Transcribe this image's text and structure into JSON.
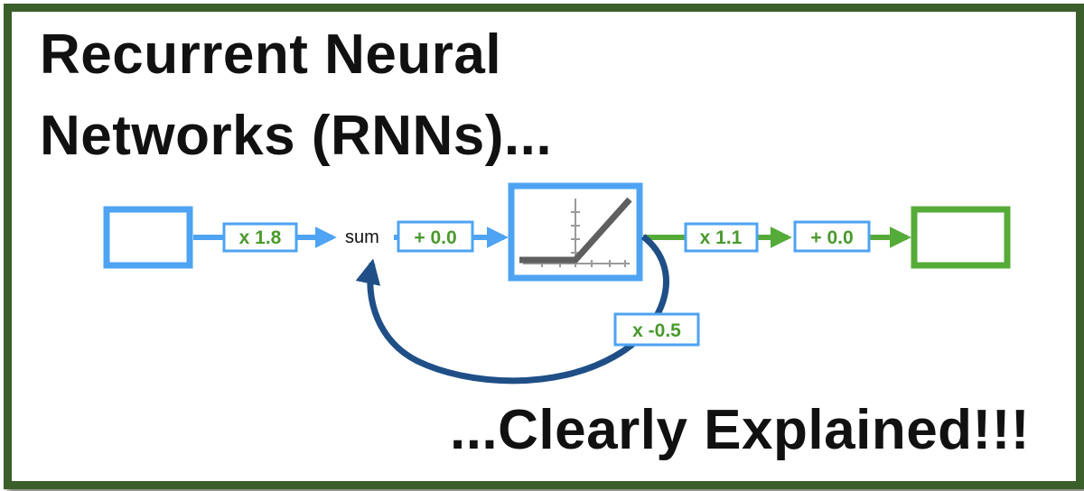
{
  "title_line1": "Recurrent Neural",
  "title_line2": "Networks (RNNs)...",
  "subtitle": "...Clearly Explained!!!",
  "diagram": {
    "sum_label": "sum",
    "input_weight": "x 1.8",
    "bias": "+ 0.0",
    "output_weight": "x 1.1",
    "output_bias": "+ 0.0",
    "feedback_weight": "x -0.5",
    "activation": "ReLU"
  },
  "colors": {
    "frame": "#3b5f2a",
    "input_blue": "#4ea3f2",
    "output_green": "#55ab38",
    "feedback_navy": "#1f4f86",
    "label_text_green": "#4a9a2e"
  }
}
